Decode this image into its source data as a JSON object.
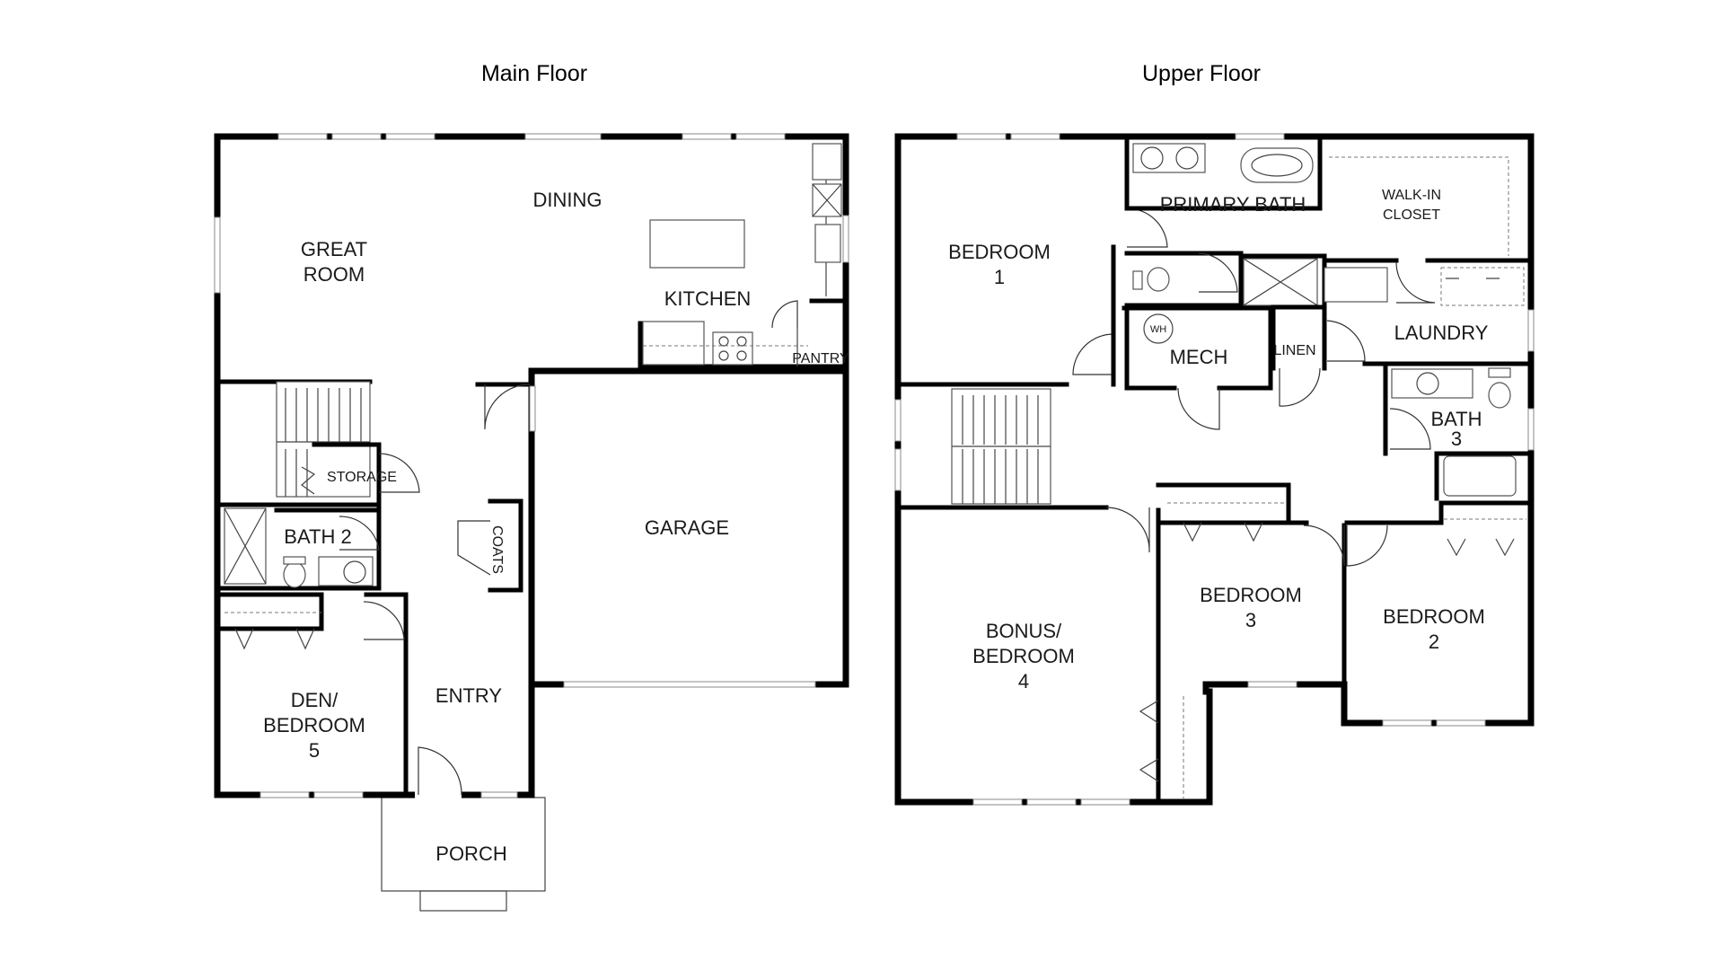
{
  "floors": {
    "main": {
      "title": "Main Floor",
      "rooms": {
        "dining": "DINING",
        "great_room_1": "GREAT",
        "great_room_2": "ROOM",
        "kitchen": "KITCHEN",
        "pantry": "PANTRY",
        "storage": "STORAGE",
        "bath2": "BATH 2",
        "coats": "COATS",
        "garage": "GARAGE",
        "den_1": "DEN/",
        "den_2": "BEDROOM",
        "den_3": "5",
        "entry": "ENTRY",
        "porch": "PORCH"
      }
    },
    "upper": {
      "title": "Upper Floor",
      "rooms": {
        "bedroom1_1": "BEDROOM",
        "bedroom1_2": "1",
        "primary_bath": "PRIMARY BATH",
        "walkin_1": "WALK-IN",
        "walkin_2": "CLOSET",
        "wh": "WH",
        "mech": "MECH",
        "linen": "LINEN",
        "laundry": "LAUNDRY",
        "bath3_1": "BATH",
        "bath3_2": "3",
        "bonus_1": "BONUS/",
        "bonus_2": "BEDROOM",
        "bonus_3": "4",
        "bedroom3_1": "BEDROOM",
        "bedroom3_2": "3",
        "bedroom2_1": "BEDROOM",
        "bedroom2_2": "2"
      }
    }
  }
}
